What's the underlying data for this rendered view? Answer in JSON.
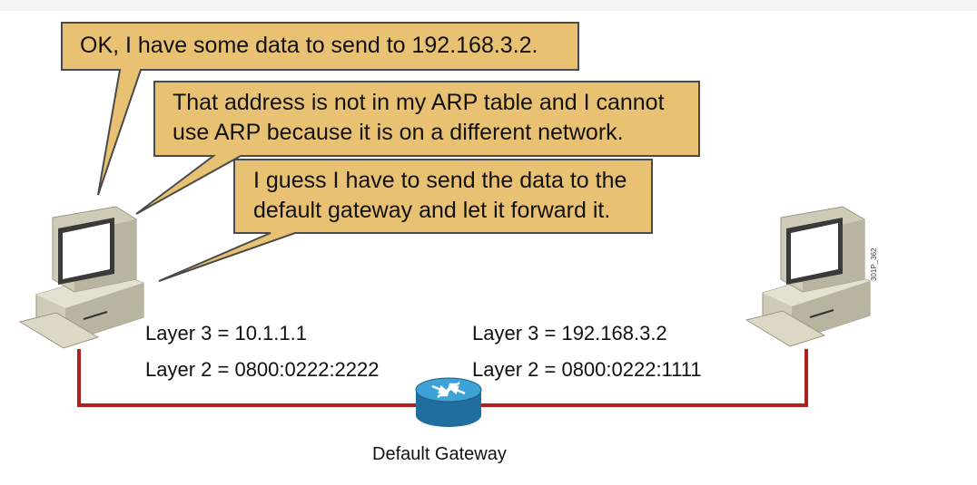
{
  "bubbles": [
    "OK, I have some data to send to 192.168.3.2.",
    "That address is not in my ARP table and I cannot\nuse ARP because it is on a different network.",
    "I guess I have to send the data to the\ndefault gateway and let it forward it."
  ],
  "left_host": {
    "layer3": "Layer 3 = 10.1.1.1",
    "layer2": "Layer 2 = 0800:0222:2222"
  },
  "right_host": {
    "layer3": "Layer 3 = 192.168.3.2",
    "layer2": "Layer 2 = 0800:0222:1111"
  },
  "router_label": "Default Gateway",
  "figure_id": "301P_362",
  "colors": {
    "bubble_fill": "#E8C272",
    "bubble_border": "#4a4a4a",
    "link": "#B02020",
    "router": "#2E8FC6",
    "pc": "#CFCBB6"
  }
}
